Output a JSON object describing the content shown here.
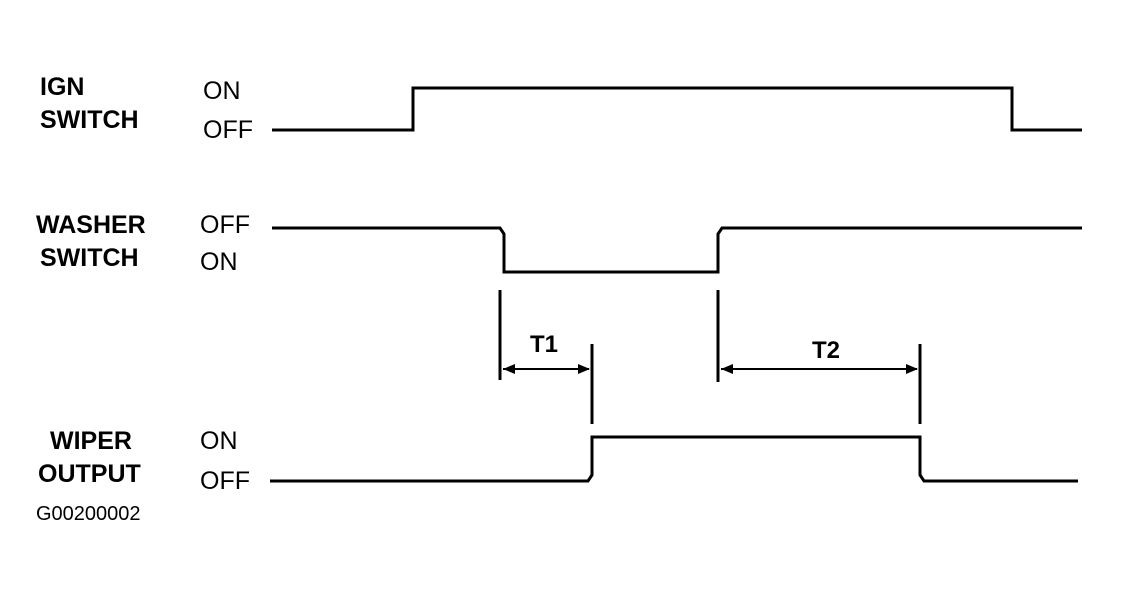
{
  "signals": [
    {
      "name_line1": "IGN",
      "name_line2": "SWITCH",
      "state_top": "ON",
      "state_bottom": "OFF"
    },
    {
      "name_line1": "WASHER",
      "name_line2": "SWITCH",
      "state_top": "OFF",
      "state_bottom": "ON"
    },
    {
      "name_line1": "WIPER",
      "name_line2": "OUTPUT",
      "state_top": "ON",
      "state_bottom": "OFF"
    }
  ],
  "intervals": [
    {
      "label": "T1"
    },
    {
      "label": "T2"
    }
  ],
  "figure_code": "G00200002",
  "colors": {
    "ink": "#000000",
    "background": "#ffffff"
  }
}
